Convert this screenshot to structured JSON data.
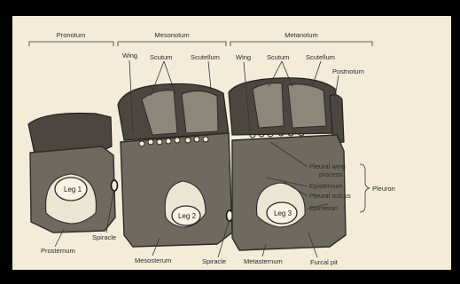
{
  "figure": {
    "regions": {
      "pronotum": "Pronotum",
      "mesonotum": "Mesonotum",
      "metanotum": "Metanotum",
      "pleuron": "Pleuron"
    },
    "labels": {
      "wing_meso": "Wing",
      "scutum_meso": "Scutum",
      "scutellum_meso": "Scutellum",
      "wing_meta": "Wing",
      "scutum_meta": "Scutum",
      "scutellum_meta": "Scutellum",
      "postnotum": "Postnotum",
      "pleural_wing_process_1": "Pleural wing",
      "pleural_wing_process_2": "process",
      "episternum": "Episternum",
      "pleural_sulcus": "Pleural sulcus",
      "epimeron": "Epimeron",
      "prosternum": "Prosternum",
      "spiracle_1": "Spiracle",
      "mesosterum": "Mesosterum",
      "spiracle_2": "Spiracle",
      "metasternum": "Metasternum",
      "furcal_pit": "Furcal pit"
    },
    "legs": {
      "leg1": "Leg 1",
      "leg2": "Leg 2",
      "leg3": "Leg 3"
    }
  }
}
